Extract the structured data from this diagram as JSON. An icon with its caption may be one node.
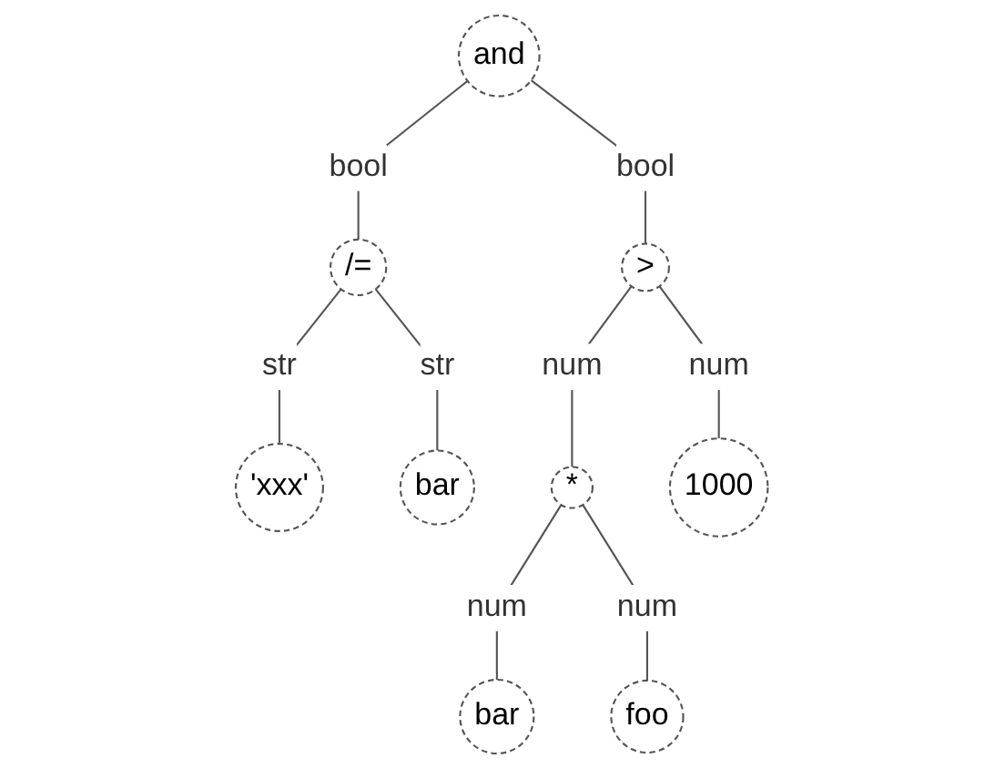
{
  "diagram": {
    "nodes": [
      {
        "text": [
          "and"
        ]
      },
      {
        "text": [
          "/="
        ]
      },
      {
        "text": [
          ">"
        ]
      },
      {
        "text": [
          "'xxx'"
        ]
      },
      {
        "text": [
          "bar"
        ]
      },
      {
        "text": [
          "*"
        ]
      },
      {
        "text": [
          "1000"
        ]
      },
      {
        "text": [
          "bar"
        ]
      },
      {
        "text": [
          "foo"
        ]
      }
    ],
    "edges": [
      {
        "from": 0,
        "to": 1,
        "arrow": "none",
        "label": "bool"
      },
      {
        "from": 0,
        "to": 2,
        "arrow": "none",
        "label": "bool"
      },
      {
        "from": 1,
        "to": 3,
        "arrow": "none",
        "label": "str"
      },
      {
        "from": 1,
        "to": 4,
        "arrow": "none",
        "label": "str"
      },
      {
        "from": 2,
        "to": 5,
        "arrow": "none",
        "label": "num"
      },
      {
        "from": 2,
        "to": 6,
        "arrow": "none",
        "label": "num"
      },
      {
        "from": 5,
        "to": 7,
        "arrow": "none",
        "label": "num"
      },
      {
        "from": 5,
        "to": 8,
        "arrow": "none",
        "label": "num"
      }
    ]
  }
}
